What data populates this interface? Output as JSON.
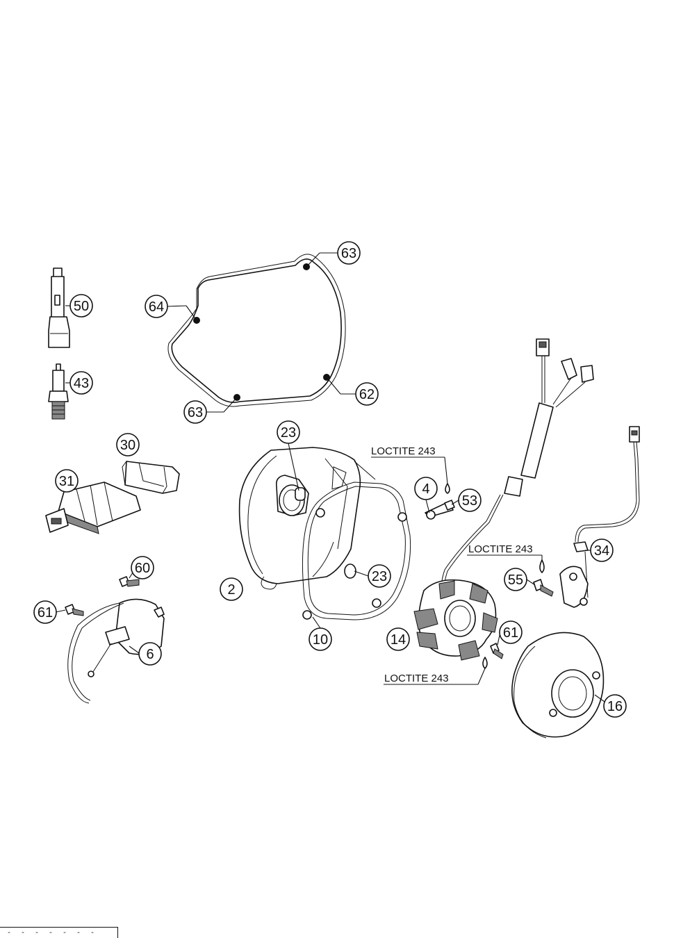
{
  "diagram": {
    "callouts": {
      "c50": "50",
      "c43": "43",
      "c64": "64",
      "c63a": "63",
      "c62": "62",
      "c63b": "63",
      "c30": "30",
      "c31": "31",
      "c23a": "23",
      "c23b": "23",
      "c4": "4",
      "c53": "53",
      "c2": "2",
      "c10": "10",
      "c14": "14",
      "c61a": "61",
      "c61b": "61",
      "c60": "60",
      "c6": "6",
      "c34": "34",
      "c55": "55",
      "c16": "16"
    },
    "notes": {
      "loctite_a": "LOCTITE 243",
      "loctite_b": "LOCTITE 243",
      "loctite_c": "LOCTITE 243"
    },
    "footer": "- - - - - - -"
  }
}
